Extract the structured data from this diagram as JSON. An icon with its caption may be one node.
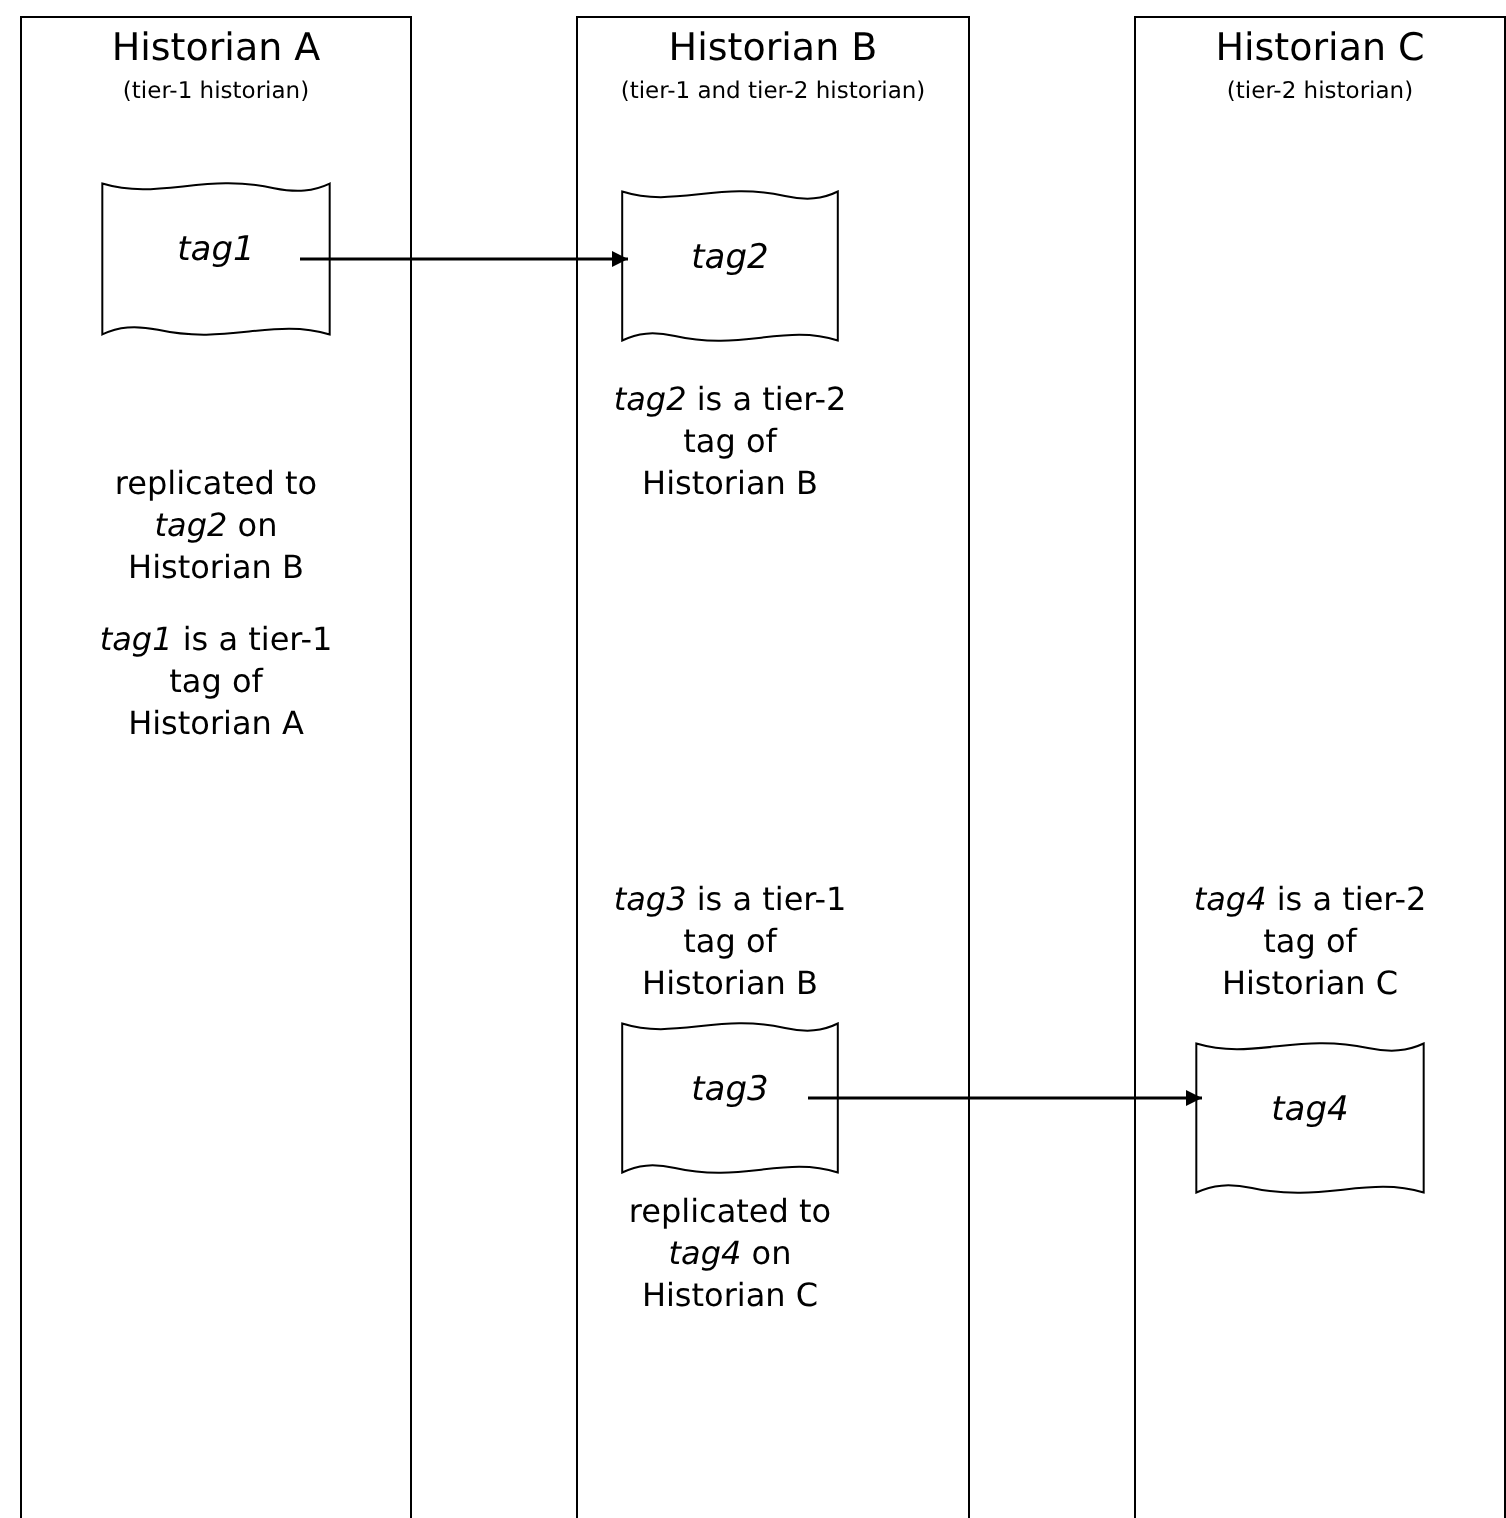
{
  "diagram": {
    "nodes": [
      {
        "text": [
          "Historian A",
          "(tier-1 historian)"
        ]
      },
      {
        "text": [
          "tag1"
        ],
        "in": 0,
        "beside": [
          "replicated to *tag2* on Historian B",
          "*tag1* is a tier-1 tag of Historian A"
        ]
      },
      {
        "text": [
          "Historian B",
          "(tier-1 and tier-2 historian)"
        ]
      },
      {
        "text": [
          "tag2"
        ],
        "in": 2,
        "beside": [
          "*tag2* is a tier-2 tag of Historian B"
        ]
      },
      {
        "text": [
          "tag3"
        ],
        "in": 2,
        "beside": [
          "*tag3* is a tier-1 tag of Historian B",
          "replicated to *tag4* on Historian C"
        ]
      },
      {
        "text": [
          "Historian C",
          "(tier-2 historian)"
        ]
      },
      {
        "text": [
          "tag4"
        ],
        "in": 5,
        "beside": [
          "*tag4* is a tier-2 tag of Historian C"
        ]
      }
    ],
    "edges": [
      {
        "from": 1,
        "to": 3,
        "arrow": "to"
      },
      {
        "from": 4,
        "to": 6,
        "arrow": "to"
      }
    ]
  }
}
